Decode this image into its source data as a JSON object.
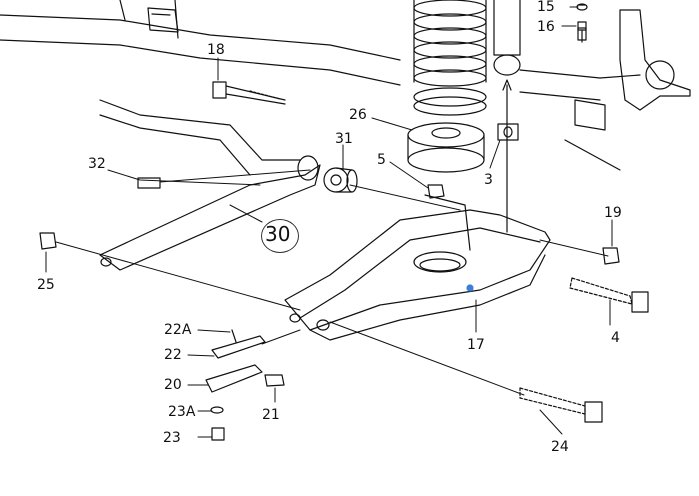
{
  "diagram": {
    "callouts": {
      "c15": "15",
      "c16": "16",
      "c18": "18",
      "c26": "26",
      "c31": "31",
      "c5": "5",
      "c3": "3",
      "c32": "32",
      "c30": "30",
      "c19": "19",
      "c25": "25",
      "c4": "4",
      "c17": "17",
      "c22a": "22A",
      "c22": "22",
      "c20": "20",
      "c21": "21",
      "c23a": "23A",
      "c23": "23",
      "c24": "24"
    },
    "colors": {
      "line": "#111111",
      "marker": "#3b7fd6"
    }
  }
}
